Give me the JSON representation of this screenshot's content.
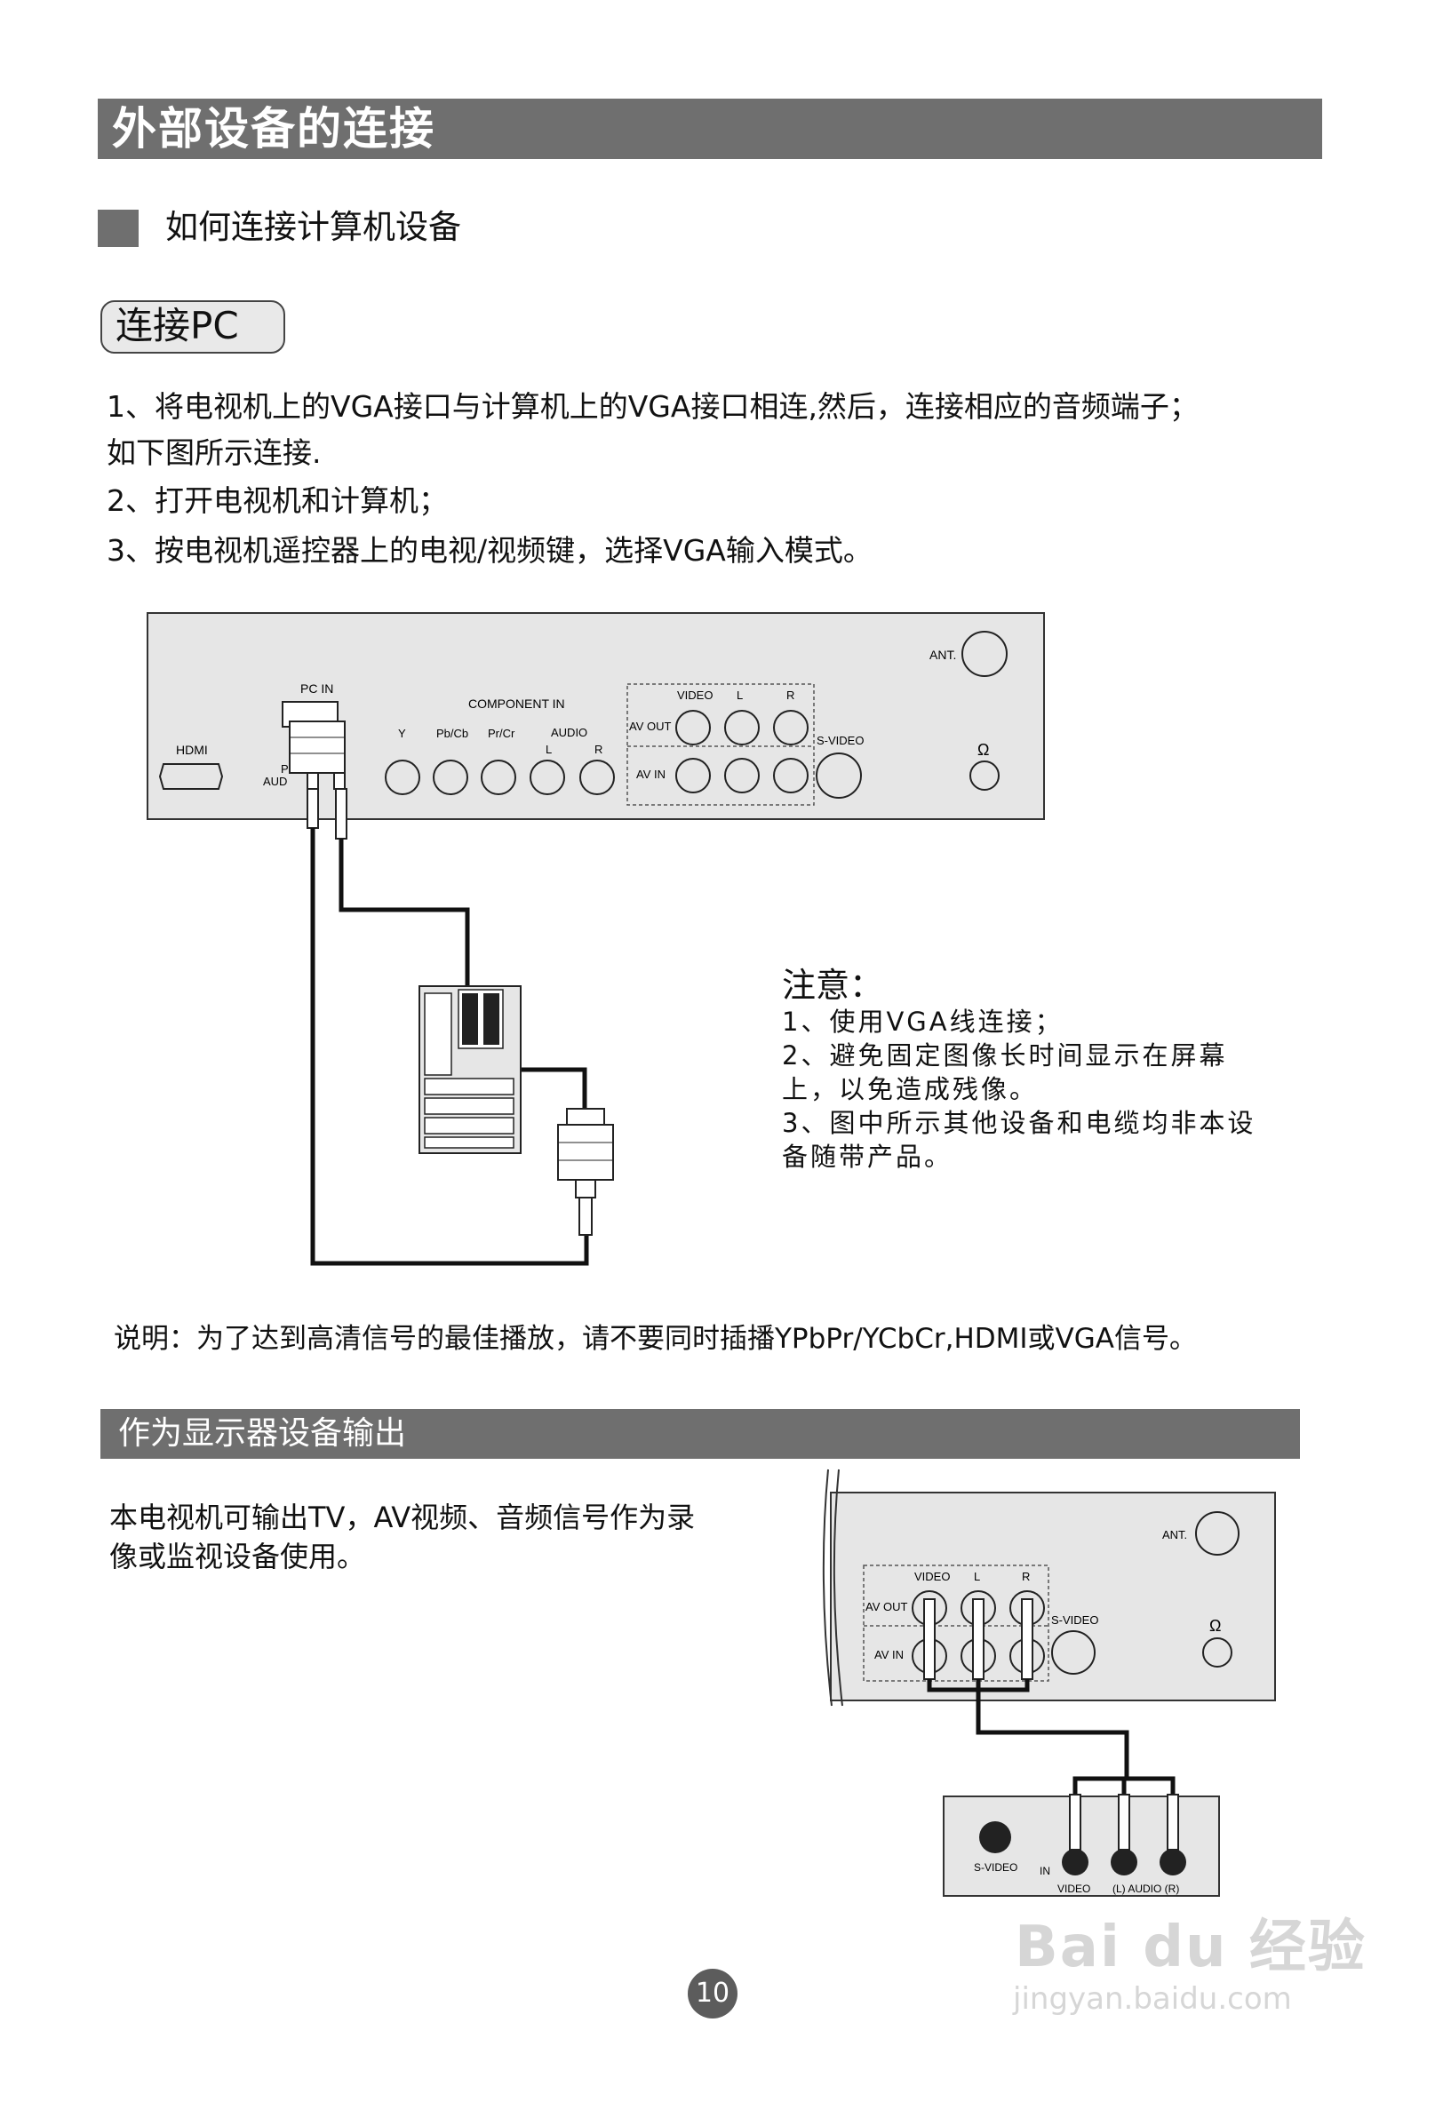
{
  "header": {
    "title": "外部设备的连接"
  },
  "section1": {
    "heading": "如何连接计算机设备",
    "pill": "连接PC",
    "steps": [
      "1、将电视机上的VGA接口与计算机上的VGA接口相连,然后，连接相应的音频端子；",
      "如下图所示连接.",
      "2、打开电视机和计算机；",
      "3、按电视机遥控器上的电视/视频键，选择VGA输入模式。"
    ]
  },
  "diagram1": {
    "labels": {
      "ant": "ANT.",
      "pc_in": "PC IN",
      "component_in": "COMPONENT IN",
      "hdmi": "HDMI",
      "y": "Y",
      "pbcb": "Pb/Cb",
      "prcr": "Pr/Cr",
      "audio": "AUDIO",
      "l": "L",
      "r": "R",
      "video": "VIDEO",
      "av_out": "AV OUT",
      "av_in": "AV IN",
      "s_video": "S-VIDEO",
      "p": "P",
      "aud": "AUD"
    }
  },
  "note": {
    "title": "注意：",
    "lines": [
      "1、使用VGA线连接；",
      "2、避免固定图像长时间显示在屏幕",
      "上，以免造成残像。",
      "3、图中所示其他设备和电缆均非本设",
      "备随带产品。"
    ]
  },
  "explanation": "说明：为了达到高清信号的最佳播放，请不要同时插播YPbPr/YCbCr,HDMI或VGA信号。",
  "section2": {
    "title": "作为显示器设备输出",
    "body": [
      "本电视机可输出TV，AV视频、音频信号作为录",
      "像或监视设备使用。"
    ]
  },
  "diagram2": {
    "labels": {
      "ant": "ANT.",
      "video": "VIDEO",
      "l": "L",
      "r": "R",
      "av_out": "AV OUT",
      "av_in": "AV IN",
      "s_video": "S-VIDEO",
      "vcr_s_video": "S-VIDEO",
      "in": "IN",
      "vcr_video": "VIDEO",
      "vcr_audio": "(L) AUDIO (R)"
    }
  },
  "page_number": "10",
  "watermark": {
    "brand": "Bai du 经验",
    "url": "jingyan.baidu.com"
  }
}
